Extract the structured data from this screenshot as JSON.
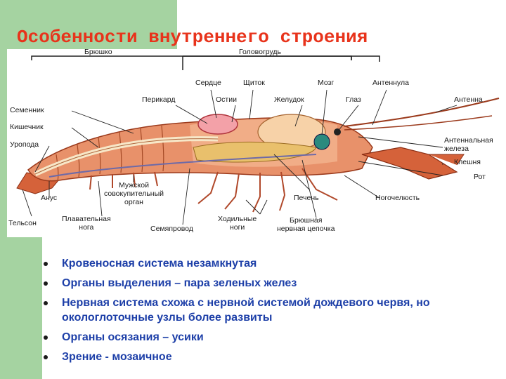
{
  "slide": {
    "title": "Особенности внутреннего строения",
    "accent_color": "#a5d3a1",
    "title_color": "#e8331b"
  },
  "figure": {
    "labels": {
      "abdomen": "Брюшко",
      "cephalothorax": "Головогрудь",
      "heart": "Сердце",
      "shield": "Щиток",
      "brain": "Мозг",
      "antennule": "Антеннула",
      "pericardium": "Перикард",
      "ostia": "Остии",
      "stomach": "Желудок",
      "eye": "Глаз",
      "antenna": "Антенна",
      "testis": "Семенник",
      "intestine": "Кишечник",
      "uropod": "Уропода",
      "antennal_gland": "Антеннальная\nжелеза",
      "claw": "Клешня",
      "mouth": "Рот",
      "anus": "Анус",
      "copulatory_organ": "Мужской\nсовокупительный\nорган",
      "liver": "Печень",
      "jaw_leg": "Ногочелюсть",
      "telson": "Тельсон",
      "swimming_leg": "Плавательная\nнога",
      "vas_deferens": "Семяпровод",
      "walking_legs": "Ходильные\nноги",
      "nerve_chain": "Брюшная\nнервная цепочка"
    }
  },
  "bullets": [
    "Кровеносная система незамкнутая",
    "Органы выделения – пара зеленых желез",
    "Нервная система схожа с нервной системой дождевого червя, но окологлоточные узлы более развиты",
    "Органы осязания – усики",
    "Зрение - мозаичное"
  ]
}
